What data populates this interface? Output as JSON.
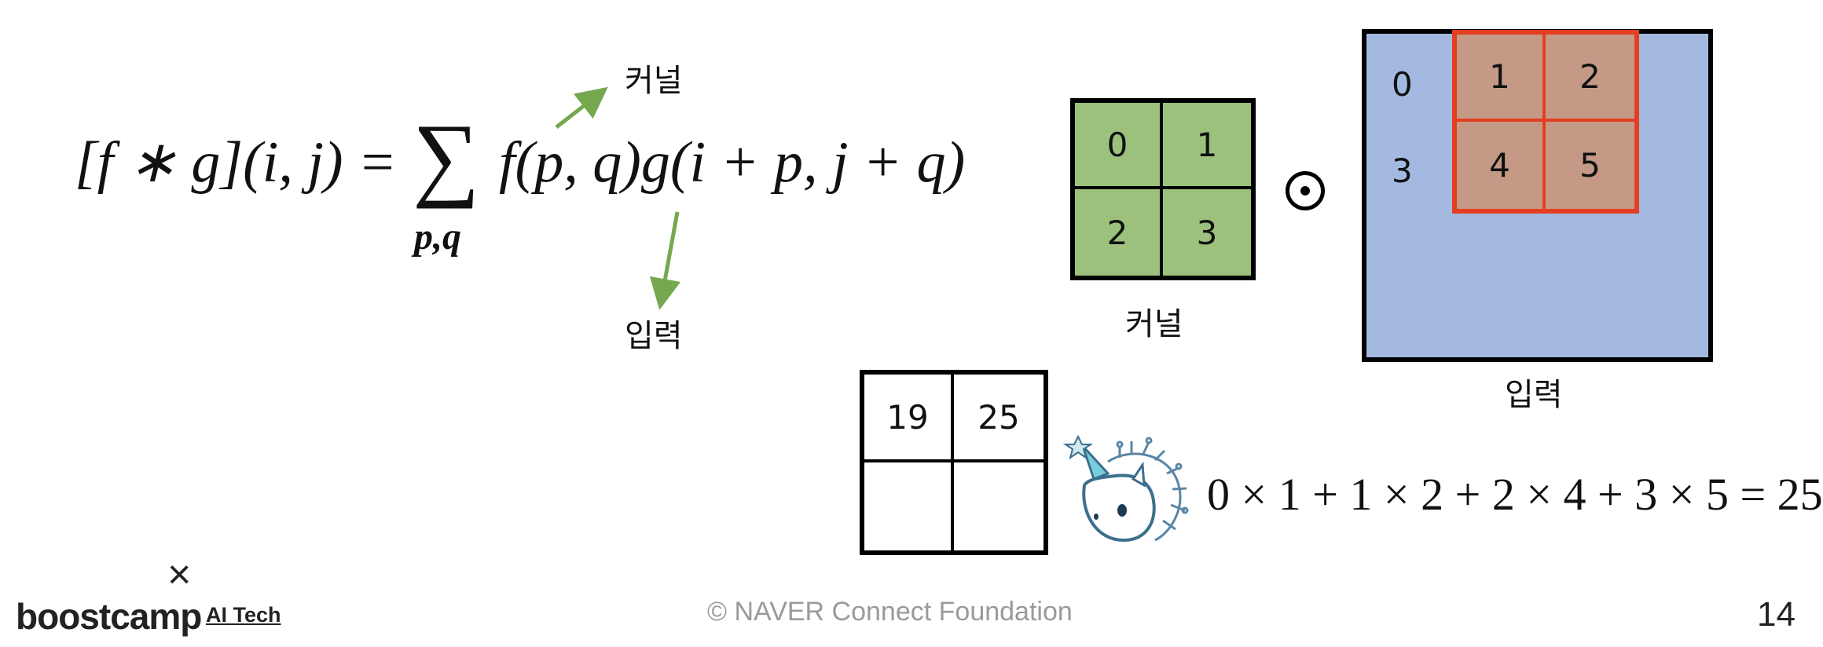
{
  "formula": {
    "lhs": "[f ∗ g](i, j) =",
    "sigma": "∑",
    "subscript": "p,q",
    "rhs": "f(p, q)g(i + p, j + q)"
  },
  "labels": {
    "kernel_arrow": "커널",
    "input_arrow": "입력",
    "kernel_caption": "커널",
    "input_caption": "입력"
  },
  "kernel": [
    "0",
    "1",
    "2",
    "3"
  ],
  "input": {
    "outside_values": [
      "0",
      "3"
    ],
    "window_values": [
      "1",
      "2",
      "4",
      "5"
    ]
  },
  "output": [
    "19",
    "25",
    "",
    ""
  ],
  "calculation": "0 × 1 + 1 × 2 + 2 × 4 + 3 × 5 = 25",
  "colors": {
    "kernel_fill": "#9bc17c",
    "input_fill": "#a4b9e0",
    "window_fill": "#c49a86",
    "window_border": "#e53d22",
    "arrow": "#76a84f"
  },
  "footer": {
    "copyright": "©  NAVER Connect Foundation",
    "page_number": "14",
    "brand": "boostcamp",
    "brand_sub": "AI Tech",
    "brand_mark": "×"
  }
}
